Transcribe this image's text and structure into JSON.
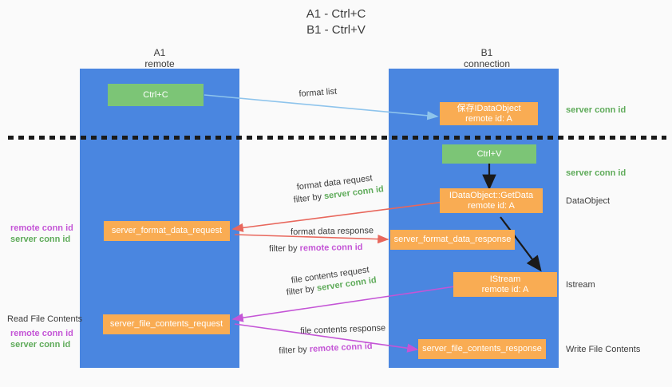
{
  "title": {
    "line1": "A1 - Ctrl+C",
    "line2": "B1 - Ctrl+V"
  },
  "columns": [
    {
      "name": "A1",
      "sub": "remote"
    },
    {
      "name": "B1",
      "sub": "connection"
    }
  ],
  "boxes": {
    "ctrl_c": {
      "line1": "Ctrl+C"
    },
    "ctrl_v": {
      "line1": "Ctrl+V"
    },
    "save_idataobject": {
      "line1": "保存IDataObject",
      "line2": "remote id: A"
    },
    "getdata": {
      "line1": "IDataObject::GetData",
      "line2": "remote id: A"
    },
    "istream": {
      "line1": "IStream",
      "line2": "remote id: A"
    },
    "format_data_request": {
      "line1": "server_format_data_request"
    },
    "format_data_response": {
      "line1": "server_format_data_response"
    },
    "file_contents_request": {
      "line1": "server_file_contents_request"
    },
    "file_contents_response": {
      "line1": "server_file_contents_response"
    }
  },
  "right_annotations": [
    {
      "text": "server conn id",
      "kind": "green"
    },
    {
      "text": "server conn id",
      "kind": "green"
    },
    {
      "text": "DataObject",
      "kind": "dark"
    },
    {
      "text": "Istream",
      "kind": "dark"
    },
    {
      "text": "Write File Contents",
      "kind": "dark"
    }
  ],
  "left_annotations": [
    {
      "text": "remote conn id",
      "kind": "magenta"
    },
    {
      "text": "server conn id",
      "kind": "green"
    },
    {
      "text": "Read File Contents",
      "kind": "dark"
    },
    {
      "text": "remote conn id",
      "kind": "magenta"
    },
    {
      "text": "server conn id",
      "kind": "green"
    }
  ],
  "edge_labels": {
    "format_list": "format list",
    "format_data_request": "format data request",
    "format_data_request_filter_prefix": "filter by ",
    "format_data_request_filter_value": "server conn id",
    "format_data_response": "format data response",
    "format_data_response_filter_prefix": "filter by ",
    "format_data_response_filter_value": "remote conn id",
    "file_contents_request": "file contents request",
    "file_contents_request_filter_prefix": "filter by ",
    "file_contents_request_filter_value": "server conn id",
    "file_contents_response": "file contents response",
    "file_contents_response_filter_prefix": "filter by ",
    "file_contents_response_filter_value": "remote conn id"
  },
  "colors": {
    "lane": "#4a86e0",
    "green_box": "#7cc576",
    "orange_box": "#f9ac53",
    "green_text": "#5fab5a",
    "magenta_text": "#c455d6",
    "light_blue_arrow": "#8ec4ec",
    "red_arrow": "#e8675c",
    "magenta_arrow": "#c455d6",
    "black_arrow": "#1a1a1a",
    "divider": "#1a1a1a",
    "background": "#fafafa"
  }
}
